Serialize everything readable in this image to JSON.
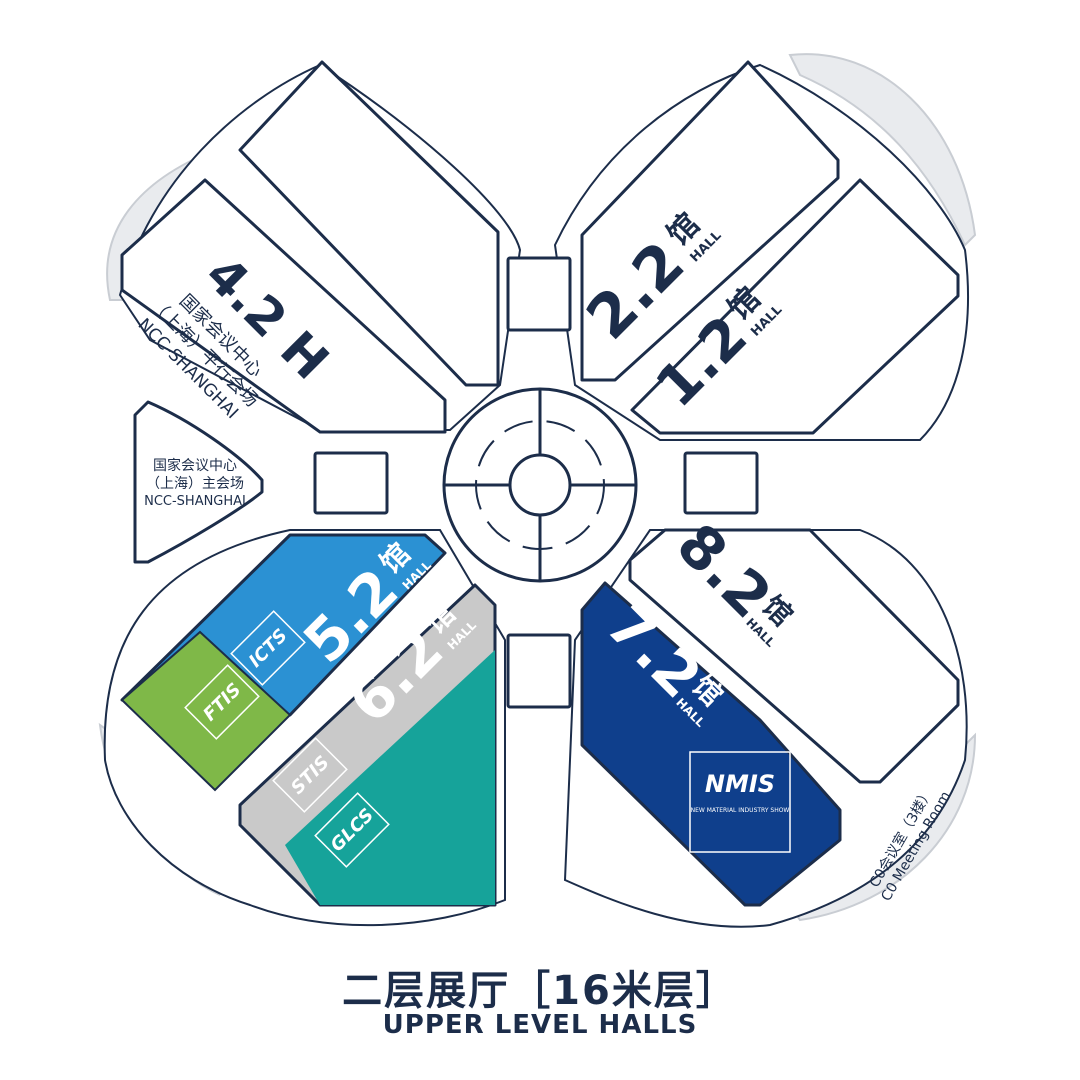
{
  "halls": {
    "h42": {
      "number": "4.2 H",
      "name_cn_1": "国家会议中心",
      "name_cn_2": "（上海）平行会场",
      "name_en": "NCC-SHANGHAI"
    },
    "h22": {
      "number": "2.2",
      "cn": "馆",
      "hall": "HALL"
    },
    "h12": {
      "number": "1.2",
      "cn": "馆",
      "hall": "HALL"
    },
    "h52": {
      "number": "5.2",
      "cn": "馆",
      "hall": "HALL",
      "color": "#2b91d3"
    },
    "h62": {
      "number": "6.2",
      "cn": "馆",
      "hall": "HALL",
      "color": "#c9c9c9"
    },
    "h72": {
      "number": "7.2",
      "cn": "馆",
      "hall": "HALL",
      "color": "#0f3f8c"
    },
    "h82": {
      "number": "8.2",
      "cn": "馆",
      "hall": "HALL"
    }
  },
  "ncc_main": {
    "line1": "国家会议中心",
    "line2": "（上海）主会场",
    "line3": "NCC-SHANGHAI"
  },
  "logos": {
    "icts": "ICTS",
    "ftis": "FTIS",
    "stis": "STIS",
    "glcs": "GLCS",
    "nmis": "NMIS",
    "nmis_sub": "NEW MATERIAL INDUSTRY SHOW"
  },
  "zone_colors": {
    "ftis": "#7fb848",
    "glcs": "#16a39a",
    "navy": "#1c2d4a"
  },
  "meeting_room": {
    "line1": "C0会议室（3楼）",
    "line2": "C0 Meeting Room"
  },
  "caption": {
    "cn": "二层展厅［16米层］",
    "en": "UPPER LEVEL HALLS"
  }
}
